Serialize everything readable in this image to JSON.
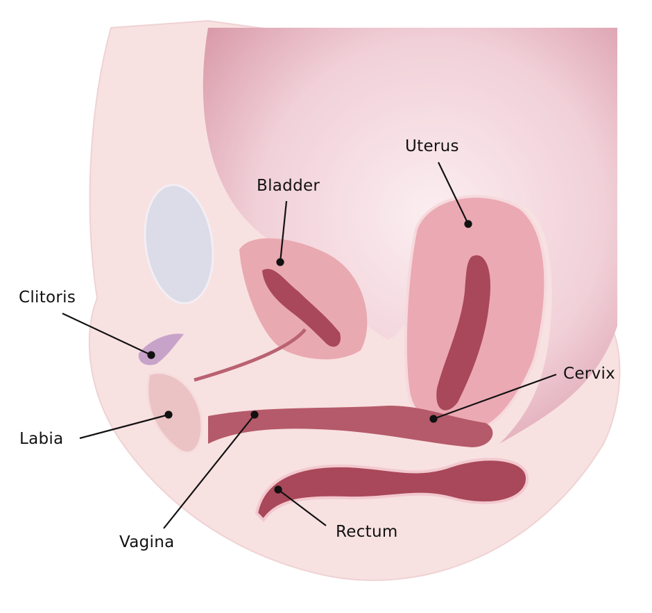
{
  "diagram": {
    "labels": {
      "uterus": "Uterus",
      "bladder": "Bladder",
      "clitoris": "Clitoris",
      "cervix": "Cervix",
      "labia": "Labia",
      "vagina": "Vagina",
      "rectum": "Rectum"
    },
    "colors": {
      "skin": "#f8e1e1",
      "cavity": "#efc9d1",
      "organ": "#e9a9b1",
      "lumen": "#a9485a",
      "bone": "#dcdbe8",
      "clitoris": "#c7a3c9",
      "line": "#111111"
    }
  }
}
